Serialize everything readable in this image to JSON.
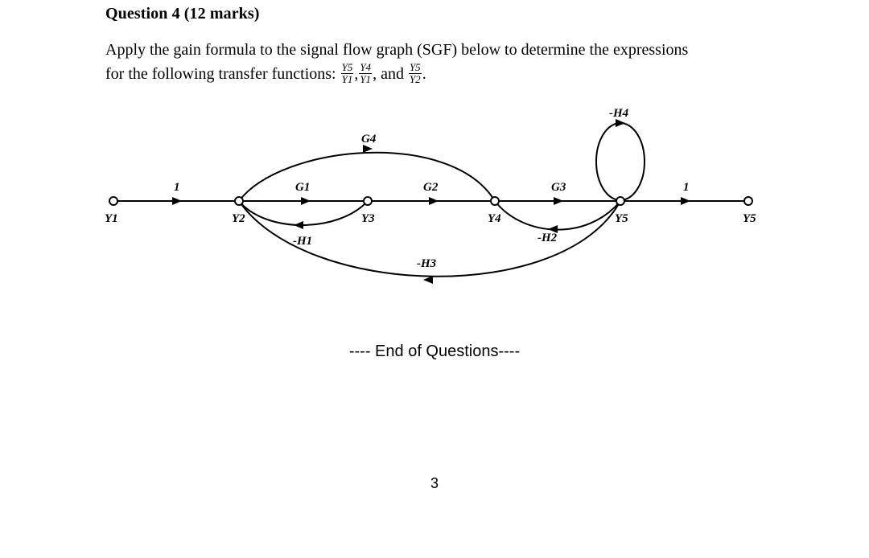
{
  "question": {
    "heading": "Question  4 (12 marks)",
    "line1": "Apply the gain formula to the signal flow graph (SGF) below to determine the expressions",
    "line2_prefix": "for the following transfer functions:",
    "tf1": {
      "num": "Y5",
      "den": "Y1"
    },
    "tf2": {
      "num": "Y4",
      "den": "Y1"
    },
    "and_word": "and",
    "tf3": {
      "num": "Y5",
      "den": "Y2"
    }
  },
  "diagram": {
    "nodes": [
      "Y1",
      "Y2",
      "Y3",
      "Y4",
      "Y5",
      "Y5"
    ],
    "branches": {
      "b_y1_y2": "1",
      "b_g1": "G1",
      "b_g2": "G2",
      "b_g3": "G3",
      "b_g4": "G4",
      "b_out": "1",
      "b_h1": "-H1",
      "b_h2": "-H2",
      "b_h3": "-H3",
      "b_h4": "-H4"
    }
  },
  "footer": {
    "end_text": "---- End of Questions----",
    "page_number": "3"
  }
}
